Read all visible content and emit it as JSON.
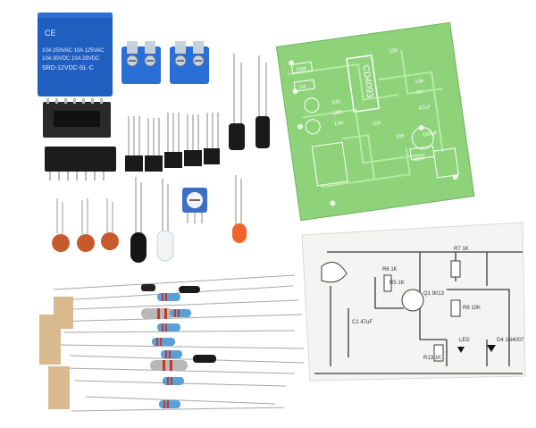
{
  "relay": {
    "rating_lines": [
      "10A 250VAC  10A 125VAC",
      "10A 30VDC  10A 28VDC"
    ],
    "model": "SRD-12VDC-SL-C",
    "brand_mark": "CE",
    "color": "#1f5fbf"
  },
  "pcb": {
    "chip_label": "CD4093",
    "labels": [
      "10M",
      "1M",
      "10K",
      "10K",
      "10K",
      "10K",
      "4007",
      "100uF",
      "105",
      "47uF",
      "10K",
      "1K",
      "100"
    ],
    "board_color": "#8ed27a",
    "trace_color": "#b9efa8"
  },
  "schematic": {
    "labels": [
      "R7 1K",
      "R6 1K",
      "Q1 9013",
      "R8 10K",
      "R13 1K",
      "LED",
      "D4 1N4007",
      "C1 47uF",
      "R5 1K"
    ],
    "paper_color": "#f4f4f2"
  },
  "colors": {
    "terminal_blue": "#2a6fd6",
    "component_black": "#1a1a1a",
    "capacitor_orange": "#c65a2e",
    "resistor_blue": "#5aa0d8",
    "tape": "#d9b98e"
  }
}
